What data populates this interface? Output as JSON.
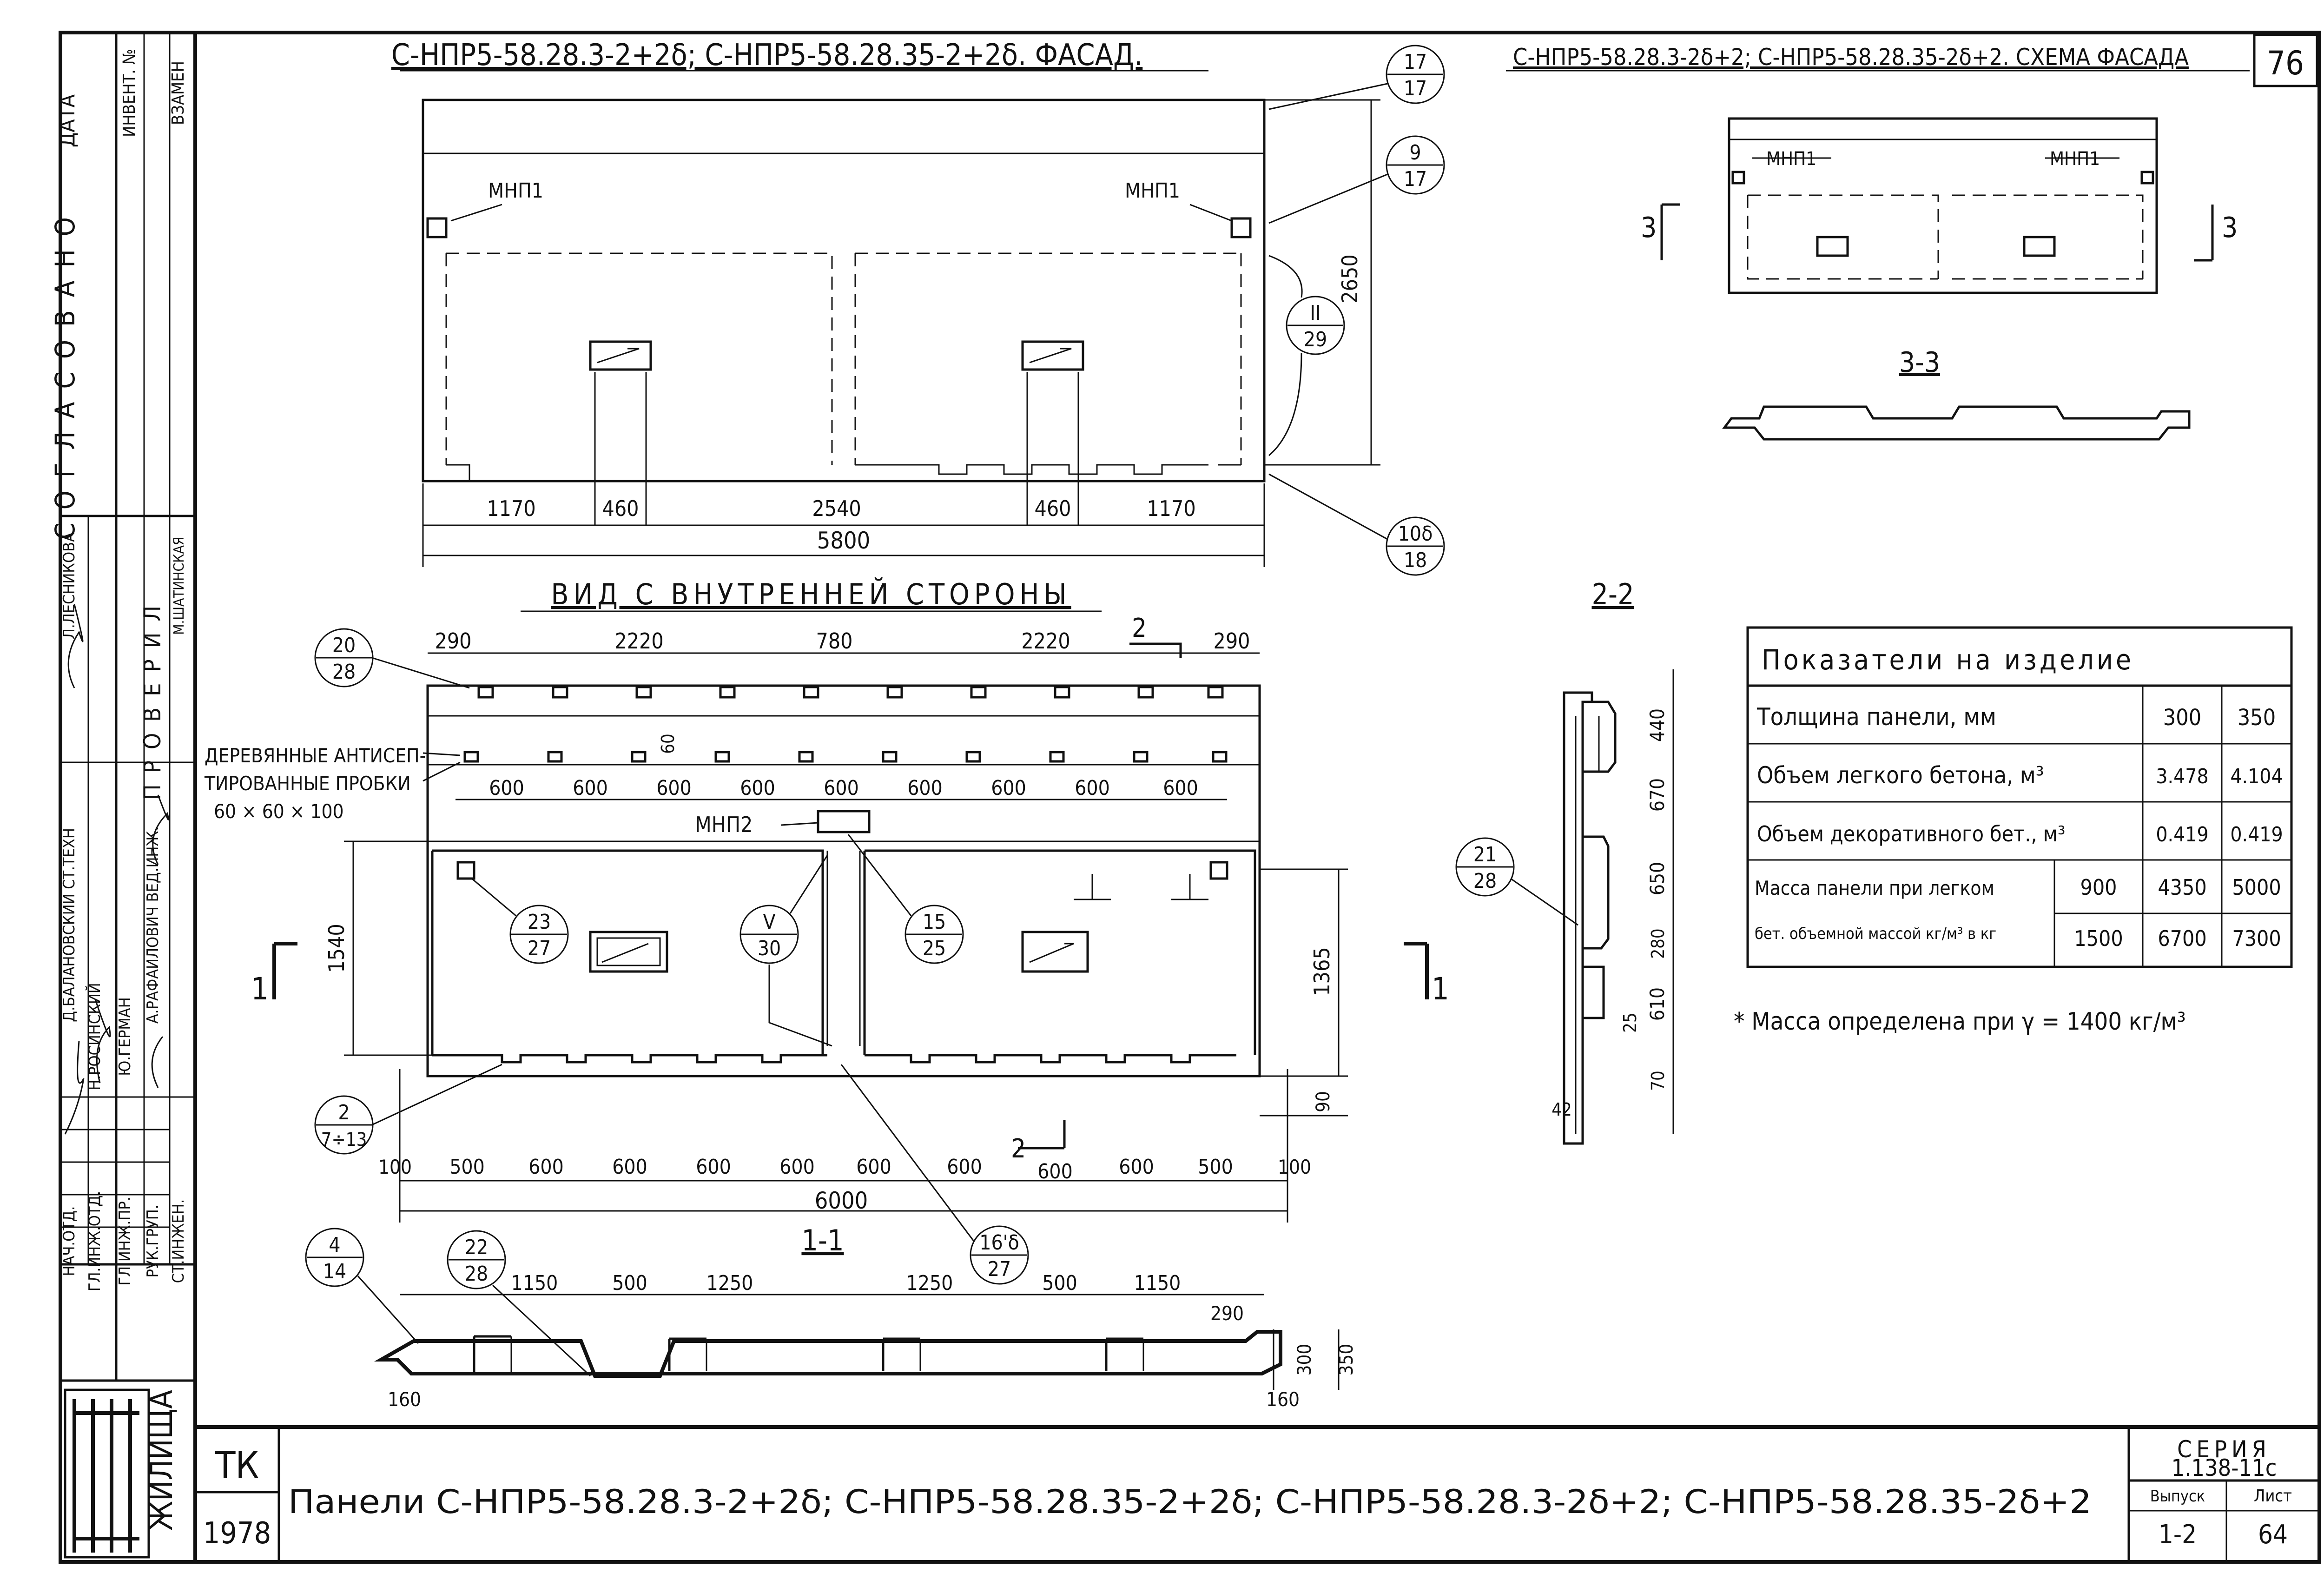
{
  "sheet": {
    "number": "76",
    "org": "ЖИЛИЩА",
    "tk": "ТК",
    "year": "1978",
    "main_title": "Панели С-НПР5-58.28.3-2+2δ; С-НПР5-58.28.35-2+2δ; С-НПР5-58.28.3-2δ+2; С-НПР5-58.28.35-2δ+2",
    "series_label": "СЕРИЯ",
    "series_value": "1.138-11с",
    "issue_label": "Выпуск",
    "issue_value": "1-2",
    "list_label": "Лист",
    "list_value": "64"
  },
  "stamp": {
    "agreed": "СОГЛАСОВАНО",
    "date": "ДАТА",
    "inv": "ИНВЕНТ. №",
    "replaces": "ВЗАМЕН",
    "checked": "ПРОВЕРИЛ",
    "roles": [
      "НАЧ.ОТД.",
      "ГЛ.ИНЖ.ОТД.",
      "ГЛ.ИНЖ.ПР.",
      "РУК.ГРУП.",
      "СТ.ИНЖЕН."
    ],
    "names": [
      "Д.БАЛАНОВСКИЙ СТ.ТЕХН",
      "Н.РОСИНСКИЙ",
      "Ю.ГЕРМАН",
      "А.РАФАИЛОВИЧ ВЕД.ИНЖ.",
      "М.ШАТИНСКАЯ",
      "Л.ЛЕСНИКОВА"
    ]
  },
  "facade": {
    "title": "С-НПР5-58.28.3-2+2δ; С-НПР5-58.28.35-2+2δ. ФАСАД.",
    "mark_left": "МНП1",
    "mark_right": "МНП1",
    "height": "2650",
    "dims": [
      "1170",
      "460",
      "2540",
      "460",
      "1170"
    ],
    "total": "5800",
    "callouts": [
      {
        "top": "17",
        "bottom": "17"
      },
      {
        "top": "9",
        "bottom": "17"
      },
      {
        "top": "II",
        "bottom": "29"
      },
      {
        "top": "10δ",
        "bottom": "18"
      }
    ]
  },
  "inner": {
    "title": "ВИД С ВНУТРЕННЕЙ СТОРОНЫ",
    "top_dims": [
      "290",
      "2220",
      "780",
      "2220",
      "290"
    ],
    "row_dims": [
      "600",
      "600",
      "600",
      "600",
      "600",
      "600",
      "600",
      "600",
      "600"
    ],
    "dim_60": "60",
    "plugs_line1": "ДЕРЕВЯННЫЕ АНТИСЕП-",
    "plugs_line2": "ТИРОВАННЫЕ ПРОБКИ",
    "plugs_line3": "60 × 60 × 100",
    "mark": "МНП2",
    "dim_1540": "1540",
    "dim_1365": "1365",
    "dim_90": "90",
    "section_label": "2",
    "section_side": "1",
    "bottom_dims": [
      "100",
      "500",
      "600",
      "600",
      "600",
      "600",
      "600",
      "600",
      "600",
      "600",
      "500",
      "100"
    ],
    "total": "6000",
    "callouts": [
      {
        "top": "20",
        "bottom": "28"
      },
      {
        "top": "23",
        "bottom": "27"
      },
      {
        "top": "V",
        "bottom": "30"
      },
      {
        "top": "15",
        "bottom": "25"
      },
      {
        "top": "2",
        "bottom": "7÷13"
      },
      {
        "top": "16'δ",
        "bottom": "27"
      }
    ]
  },
  "section11": {
    "title": "1-1",
    "dims": [
      "1150",
      "500",
      "1250",
      "1250",
      "500",
      "1150"
    ],
    "dim_290": "290",
    "dim_300": "300",
    "dim_350": "350",
    "dim_160_left": "160",
    "dim_160_right": "160",
    "callouts": [
      {
        "top": "4",
        "bottom": "14"
      },
      {
        "top": "22",
        "bottom": "28"
      }
    ]
  },
  "section22": {
    "title": "2-2",
    "dims": [
      "440",
      "670",
      "650",
      "280",
      "610",
      "25",
      "70",
      "42"
    ],
    "callout": {
      "top": "21",
      "bottom": "28"
    }
  },
  "scheme": {
    "title": "С-НПР5-58.28.3-2δ+2; С-НПР5-58.28.35-2δ+2. СХЕМА ФАСАДА",
    "mark_left": "МНП1",
    "mark_right": "МНП1",
    "section": "3",
    "section_title": "3-3"
  },
  "table": {
    "title": "Показатели на изделие",
    "rows": [
      {
        "label": "Толщина панели, мм",
        "sub": "",
        "v1": "300",
        "v2": "350"
      },
      {
        "label": "Объем легкого бетона, м³",
        "sub": "",
        "v1": "3.478",
        "v2": "4.104"
      },
      {
        "label": "Объем декоративного бет., м³",
        "sub": "",
        "v1": "0.419",
        "v2": "0.419"
      },
      {
        "label": "Масса панели при легком",
        "sub": "900",
        "v1": "4350",
        "v2": "5000"
      },
      {
        "label": "бет. объемной массой кг/м³ в кг",
        "sub": "1500",
        "v1": "6700",
        "v2": "7300"
      }
    ],
    "note": "* Масса определена при γ = 1400 кг/м³"
  }
}
